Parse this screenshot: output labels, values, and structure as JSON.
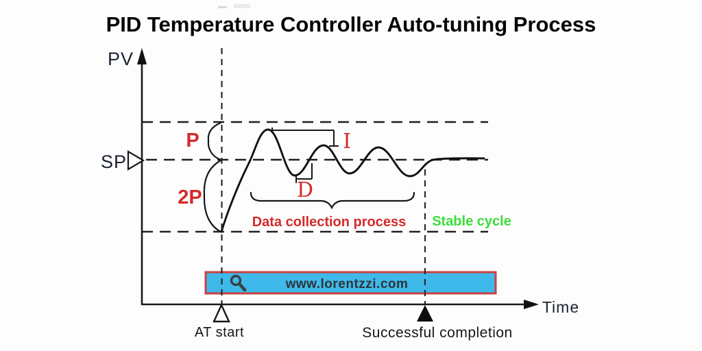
{
  "title": "PID Temperature Controller Auto-tuning Process",
  "axes": {
    "pv_label": "PV",
    "sp_label": "SP",
    "time_label": "Time"
  },
  "annotations": {
    "p": "P",
    "two_p": "2P",
    "i": "I",
    "d": "D",
    "data_collection": "Data collection process",
    "stable_cycle": "Stable cycle"
  },
  "markers": {
    "at_start": "AT start",
    "completion": "Successful completion"
  },
  "watermark": {
    "text": "www.lorentzzi.com"
  },
  "colors": {
    "red": "#d42b2b",
    "green": "#3ddd3b",
    "line": "#1a1a1a",
    "search_fill": "#3fb9e9",
    "search_border": "#cc4040",
    "search_text": "#2e3338"
  }
}
